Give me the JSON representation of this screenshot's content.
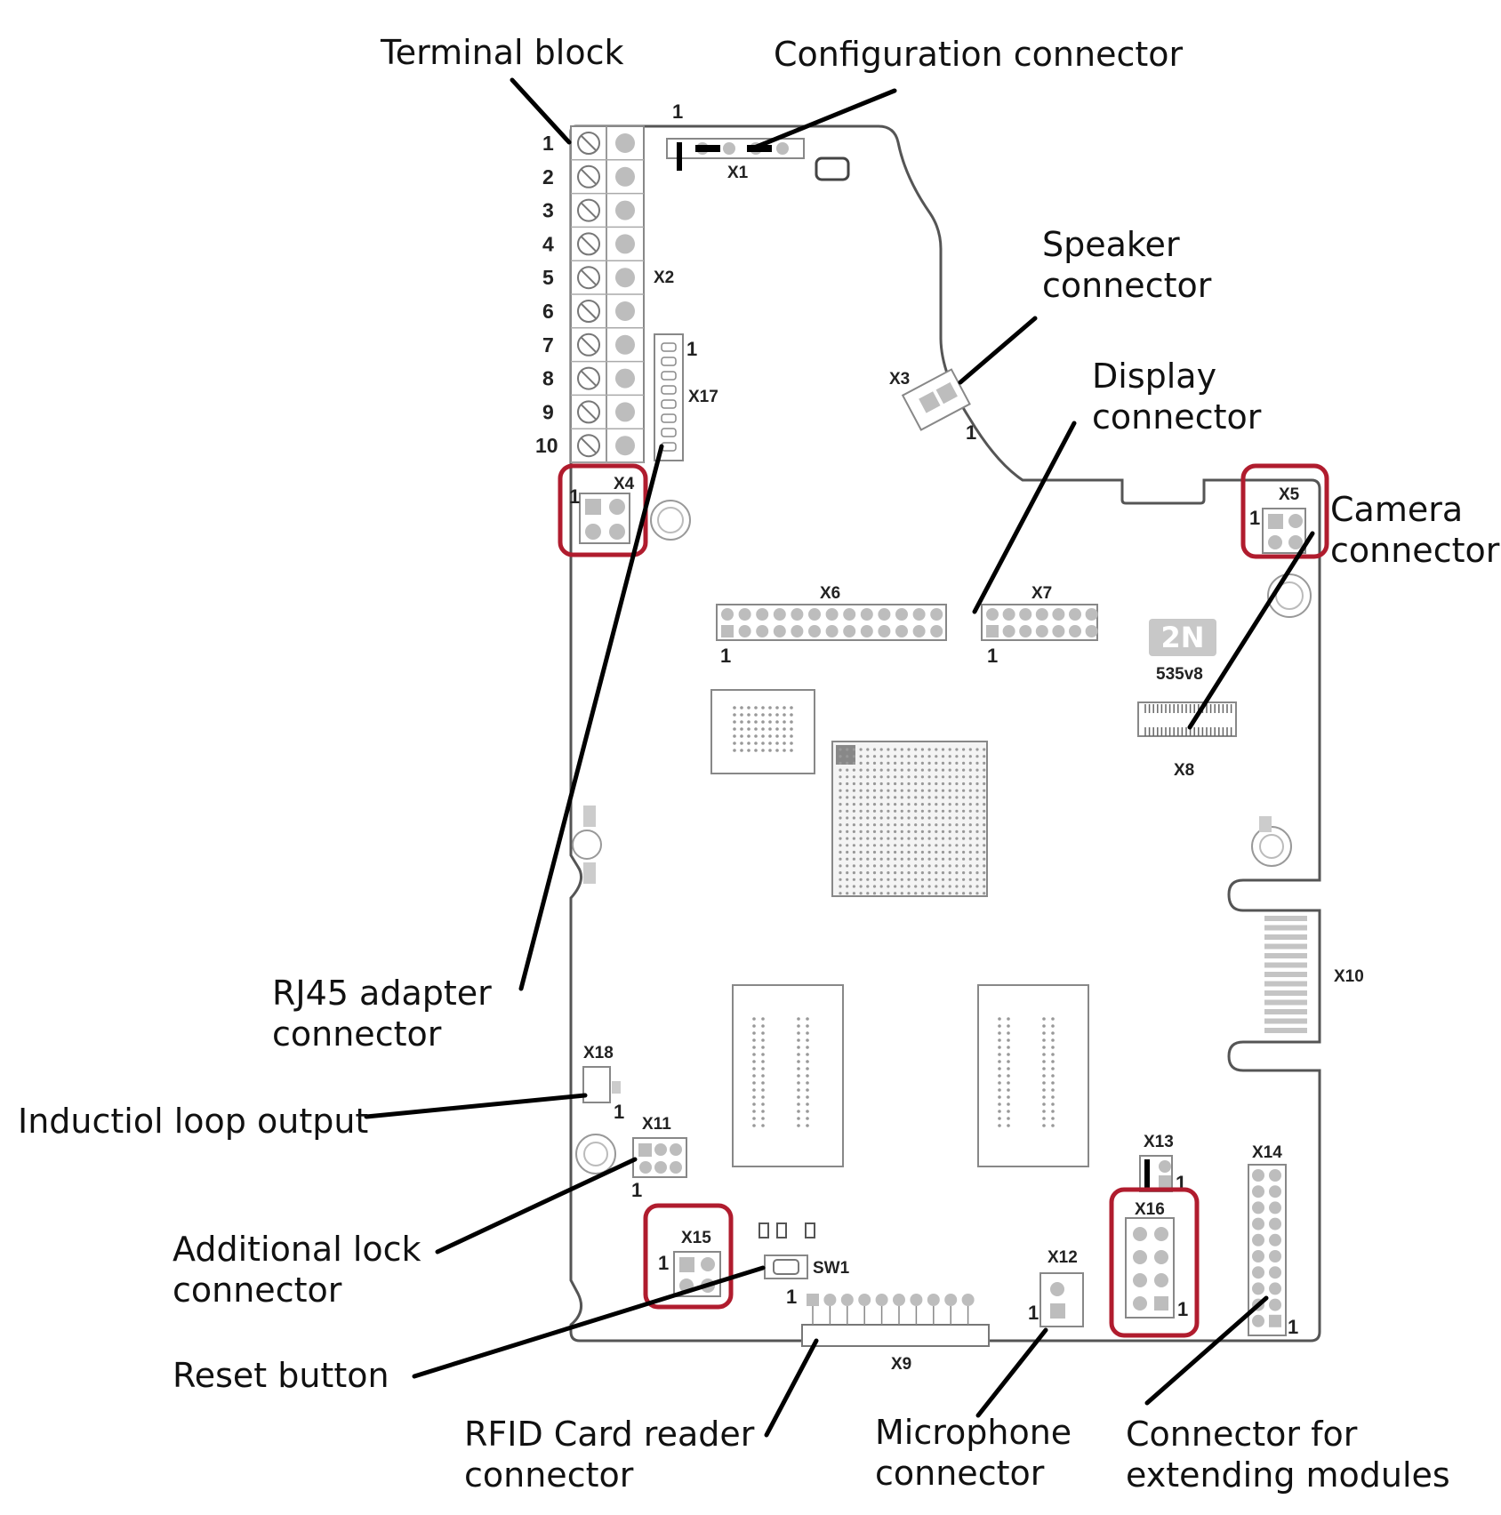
{
  "labels": {
    "terminal_block": "Terminal block",
    "configuration_connector": "Configuration connector",
    "speaker_connector": [
      "Speaker",
      "connector"
    ],
    "display_connector": [
      "Display",
      "connector"
    ],
    "camera_connector": [
      "Camera",
      "connector"
    ],
    "rj45_adapter_connector": [
      "RJ45 adapter",
      "connector"
    ],
    "induction_loop_output": "Inductiol loop output",
    "additional_lock_connector": [
      "Additional lock",
      "connector"
    ],
    "reset_button": "Reset button",
    "rfid_card_reader_connector": [
      "RFID Card  reader",
      "connector"
    ],
    "microphone_connector": [
      "Microphone",
      "connector"
    ],
    "extending_modules_connector": [
      "Connector for",
      "extending modules"
    ]
  },
  "board": {
    "designators": {
      "x1": "X1",
      "x2": "X2",
      "x3": "X3",
      "x4": "X4",
      "x5": "X5",
      "x6": "X6",
      "x7": "X7",
      "x8": "X8",
      "x9": "X9",
      "x10": "X10",
      "x11": "X11",
      "x12": "X12",
      "x13": "X13",
      "x14": "X14",
      "x15": "X15",
      "x16": "X16",
      "x17": "X17",
      "x18": "X18",
      "sw1": "SW1"
    },
    "logo": "2N",
    "model": "535v8",
    "pin_one": "1",
    "terminal_numbers": [
      "1",
      "2",
      "3",
      "4",
      "5",
      "6",
      "7",
      "8",
      "9",
      "10"
    ]
  },
  "colors": {
    "highlight": "#b01c2e",
    "outline": "#555555",
    "pad": "#bdbdbd"
  }
}
